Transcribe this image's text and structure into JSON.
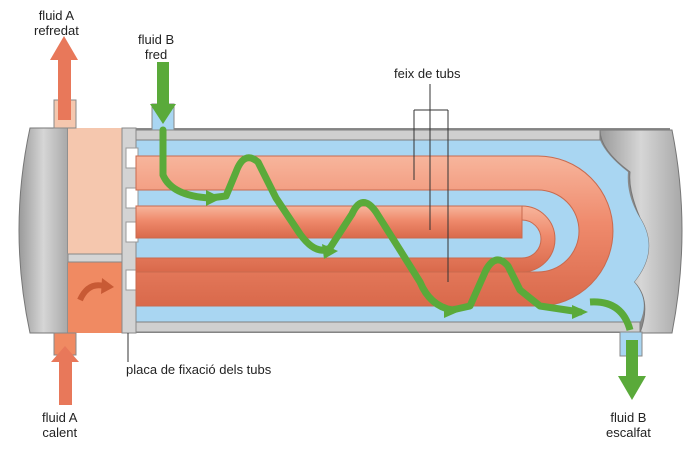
{
  "labels": {
    "fluid_a_out": {
      "line1": "fluid A",
      "line2": "refredat"
    },
    "fluid_b_in": {
      "line1": "fluid B",
      "line2": "fred"
    },
    "fluid_a_in": {
      "line1": "fluid A",
      "line2": "calent"
    },
    "fluid_b_out": {
      "line1": "fluid B",
      "line2": "escalfat"
    },
    "tube_bundle": "feix de tubs",
    "tube_sheet": "placa de fixació dels tubs"
  },
  "colors": {
    "shell_fluid": "#a9d6f2",
    "tube": "#ef8a6c",
    "tube_highlight": "#f7b79f",
    "hot_chamber": "#f08a62",
    "cold_chamber": "#f5c7ae",
    "arrow_hot": "#e8785a",
    "arrow_cold": "#5aaa3a",
    "shell_metal": "#c8c8c8"
  }
}
